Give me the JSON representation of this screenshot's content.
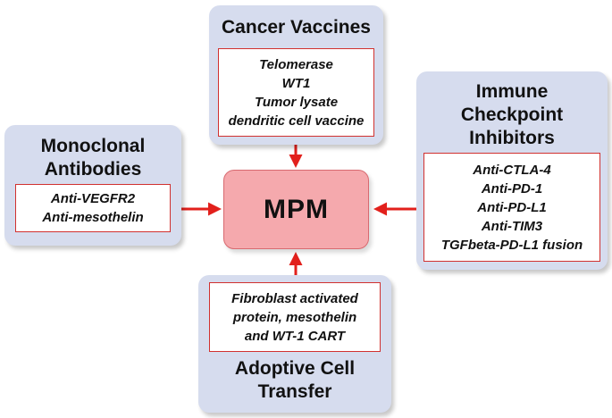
{
  "center": {
    "label": "MPM"
  },
  "panels": {
    "cancer_vaccines": {
      "title": [
        "Cancer Vaccines"
      ],
      "items": [
        "Telomerase",
        "WT1",
        "Tumor lysate",
        "dendritic cell vaccine"
      ]
    },
    "checkpoint_inhibitors": {
      "title": [
        "Immune",
        "Checkpoint",
        "Inhibitors"
      ],
      "items": [
        "Anti-CTLA-4",
        "Anti-PD-1",
        "Anti-PD-L1",
        "Anti-TIM3",
        "TGFbeta-PD-L1 fusion"
      ]
    },
    "monoclonal_antibodies": {
      "title": [
        "Monoclonal",
        "Antibodies"
      ],
      "items": [
        "Anti-VEGFR2",
        "Anti-mesothelin"
      ]
    },
    "adoptive_cell_transfer": {
      "title": [
        "Adoptive Cell",
        "Transfer"
      ],
      "items": [
        "Fibroblast activated",
        "protein, mesothelin",
        "and WT-1 CART"
      ]
    }
  },
  "colors": {
    "panel_fill": "#d6dcee",
    "center_fill": "#f5a9ad",
    "arrow": "#e2201c",
    "item_box_border": "#d1312f"
  }
}
